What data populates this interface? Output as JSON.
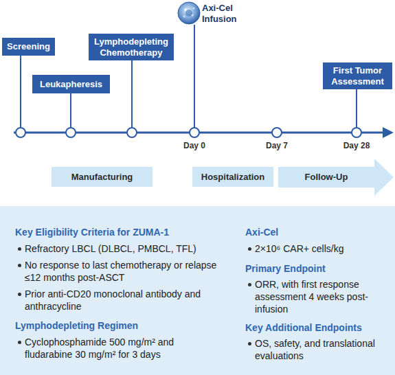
{
  "diagram": {
    "nodes": [
      {
        "text": [
          "Screening"
        ]
      },
      {
        "text": [
          "Leukapheresis"
        ]
      },
      {
        "text": [
          "Lymphodepleting Chemotherapy"
        ]
      },
      {
        "text": [
          "First Tumor Assessment"
        ]
      },
      {
        "text": [
          "Manufacturing"
        ]
      },
      {
        "text": [
          "Hospitalization"
        ]
      },
      {
        "text": [
          "Follow-Up"
        ]
      },
      {
        "text": [
          "Key Eligibility Criteria for ZUMA-1",
          "Refractory LBCL (DLBCL, PMBCL, TFL)",
          "No response to last chemotherapy or relapse ≤12 months post-ASCT",
          "Prior anti-CD20 monoclonal antibody and anthracycline",
          "Lymphodepleting Regimen",
          "Cyclophosphamide 500 mg/m² and fludarabine 30 mg/m² for 3 days",
          "Axi-Cel",
          "2×10⁶ CAR+ cells/kg",
          "Primary Endpoint",
          "ORR, with first response assessment 4 weeks post-infusion",
          "Key Additional Endpoints",
          "OS, safety, and translational evaluations"
        ]
      }
    ],
    "labels": [
      "Axi-Cel Infusion",
      "Day 0",
      "Day 7",
      "Day 28"
    ]
  }
}
